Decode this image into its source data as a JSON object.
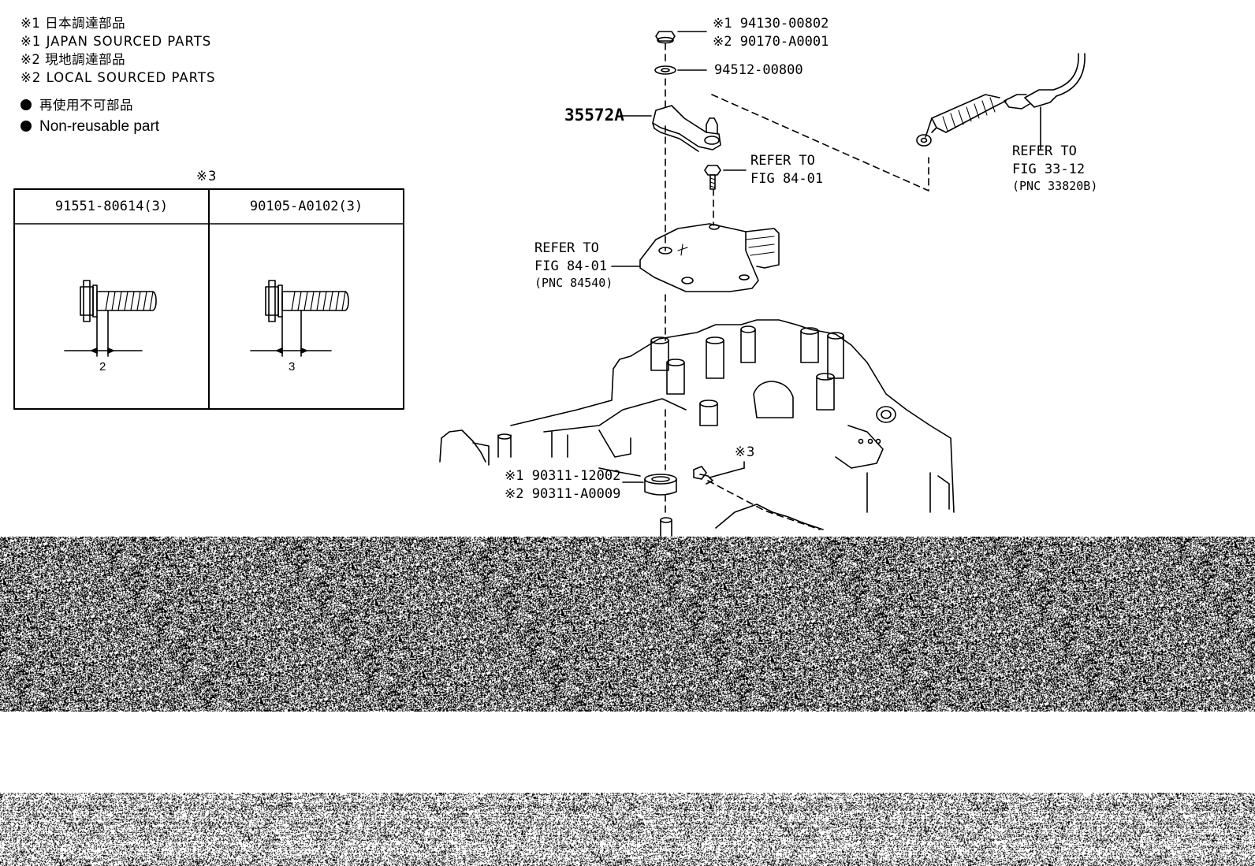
{
  "legend": {
    "note1_jp": "※1 日本調達部品",
    "note1_en": "※1 JAPAN SOURCED PARTS",
    "note2_jp": "※2 現地調達部品",
    "note2_en": "※2 LOCAL SOURCED PARTS",
    "nonreusable_jp": "再使用不可部品",
    "nonreusable_en": "Non-reusable part"
  },
  "table": {
    "mark": "※3",
    "col1_part": "91551-80614(3)",
    "col2_part": "90105-A0102(3)",
    "col1_dim": "2",
    "col2_dim": "3"
  },
  "callouts": {
    "bolt_top_1": "※1 94130-00802",
    "bolt_top_2": "※2 90170-A0001",
    "washer": "94512-00800",
    "lever": "35572A",
    "refer_bolt_1": "REFER TO",
    "refer_bolt_2": "FIG 84-01",
    "refer_switch_1": "REFER TO",
    "refer_switch_2": "FIG 84-01",
    "refer_switch_3": "(PNC 84540)",
    "refer_cable_1": "REFER TO",
    "refer_cable_2": "FIG 33-12",
    "refer_cable_3": "(PNC 33820B)",
    "mark3": "※3",
    "seal_1": "※1 90311-12002",
    "seal_2": "※2 90311-A0009"
  }
}
